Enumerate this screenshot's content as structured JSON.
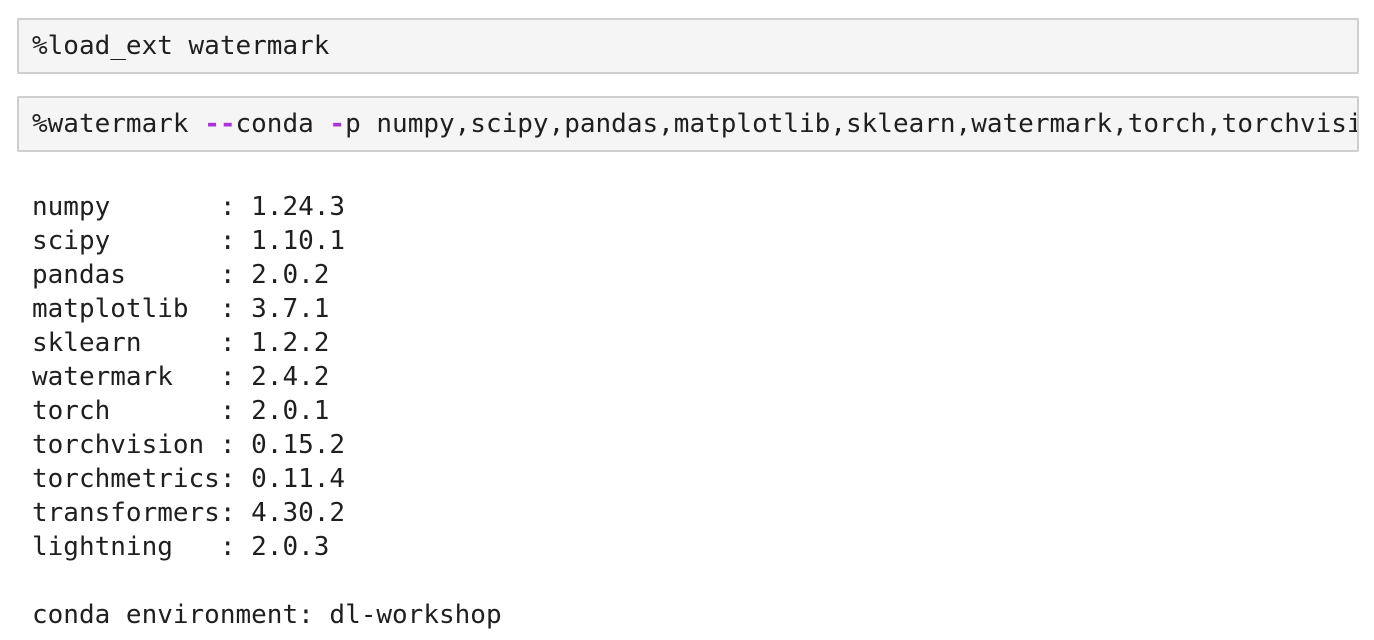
{
  "colors": {
    "page_background": "#ffffff",
    "cell_background": "#f5f5f5",
    "cell_border": "#cfcfcf",
    "code_text": "#1f1f1f",
    "flag_operator_purple": "#aa33dd"
  },
  "cells": [
    {
      "type": "code",
      "source": "%load_ext watermark"
    },
    {
      "type": "code",
      "tokens": [
        {
          "text": "%watermark ",
          "style": "plain"
        },
        {
          "text": "--",
          "style": "operator"
        },
        {
          "text": "conda ",
          "style": "plain"
        },
        {
          "text": "-",
          "style": "operator"
        },
        {
          "text": "p numpy,scipy,pandas,matplotlib,sklearn,watermark,torch,torchvisi",
          "style": "plain"
        }
      ]
    }
  ],
  "output": {
    "packages": [
      {
        "name": "numpy",
        "version": "1.24.3"
      },
      {
        "name": "scipy",
        "version": "1.10.1"
      },
      {
        "name": "pandas",
        "version": "2.0.2"
      },
      {
        "name": "matplotlib",
        "version": "3.7.1"
      },
      {
        "name": "sklearn",
        "version": "1.2.2"
      },
      {
        "name": "watermark",
        "version": "2.4.2"
      },
      {
        "name": "torch",
        "version": "2.0.1"
      },
      {
        "name": "torchvision",
        "version": "0.15.2"
      },
      {
        "name": "torchmetrics",
        "version": "0.11.4"
      },
      {
        "name": "transformers",
        "version": "4.30.2"
      },
      {
        "name": "lightning",
        "version": "2.0.3"
      }
    ],
    "conda_environment_label": "conda environment",
    "conda_environment": "dl-workshop",
    "lines": [
      "numpy       : 1.24.3",
      "scipy       : 1.10.1",
      "pandas      : 2.0.2",
      "matplotlib  : 3.7.1",
      "sklearn     : 1.2.2",
      "watermark   : 2.4.2",
      "torch       : 2.0.1",
      "torchvision : 0.15.2",
      "torchmetrics: 0.11.4",
      "transformers: 4.30.2",
      "lightning   : 2.0.3",
      "",
      "conda environment: dl-workshop"
    ]
  }
}
